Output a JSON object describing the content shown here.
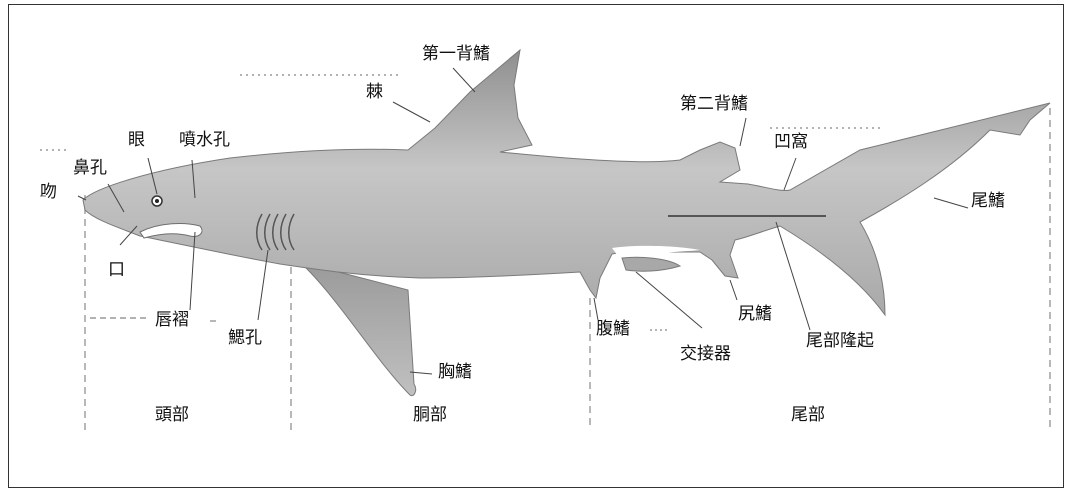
{
  "labels": {
    "snout": "吻",
    "nostril": "鼻孔",
    "eye": "眼",
    "spiracle": "噴水孔",
    "mouth": "口",
    "labial_fold": "唇褶",
    "gill_slits": "鰓孔",
    "spine": "棘",
    "first_dorsal_fin": "第一背鰭",
    "second_dorsal_fin": "第二背鰭",
    "precaudal_pit": "凹窩",
    "caudal_fin": "尾鰭",
    "pectoral_fin": "胸鰭",
    "pelvic_fin": "腹鰭",
    "clasper": "交接器",
    "anal_fin": "尻鰭",
    "caudal_keel": "尾部隆起"
  },
  "sections": {
    "head": "頭部",
    "trunk": "胴部",
    "tail": "尾部"
  },
  "colors": {
    "body_dark": "#8a8a8a",
    "body_light": "#c4c4c4",
    "outline": "#6e6e6e",
    "leader": "#444444",
    "divider": "#999999"
  }
}
